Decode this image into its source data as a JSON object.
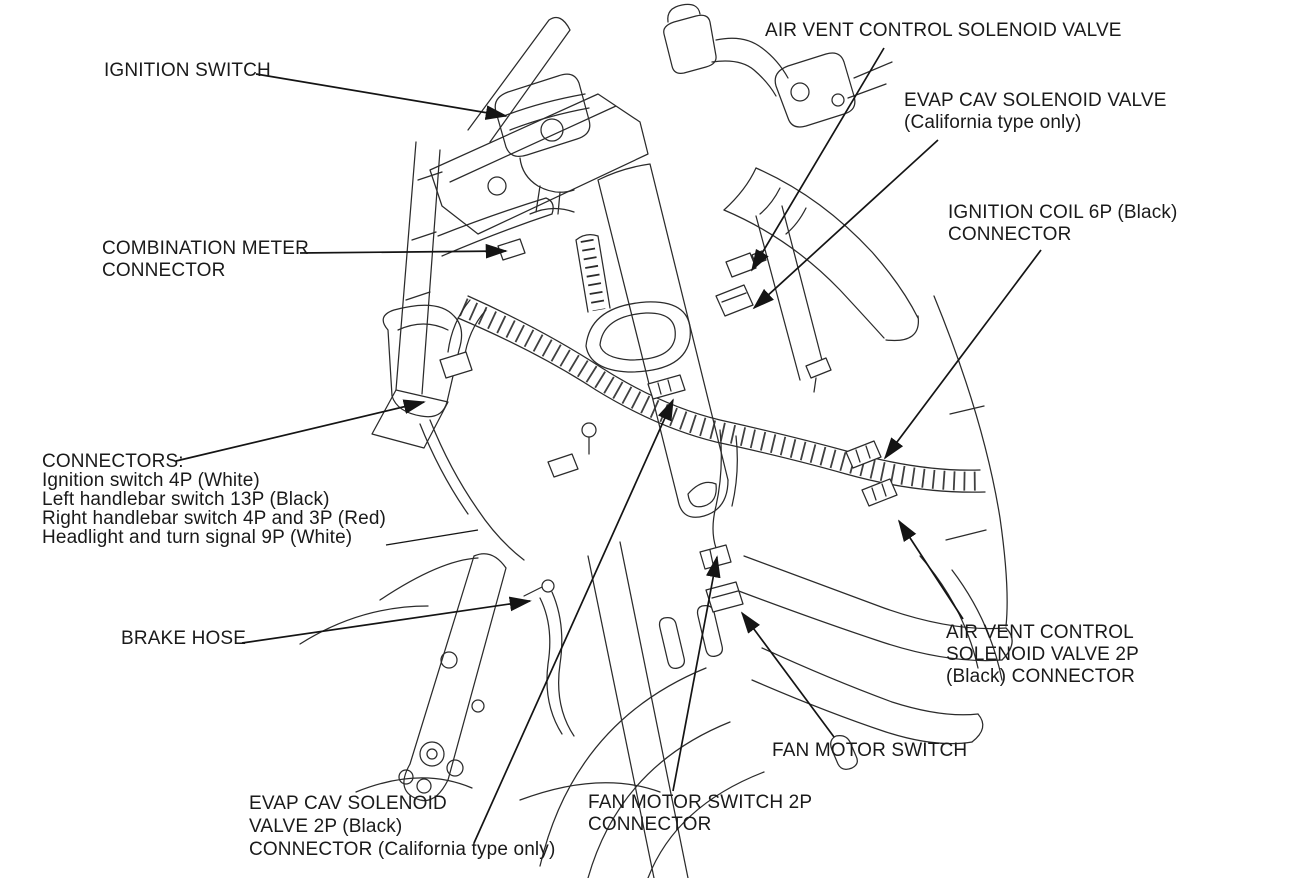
{
  "figure": {
    "type": "wiring-harness-routing-diagram",
    "subject": "Motorcycle front wiring harness, cable and connector locations (line-art service manual figure)",
    "ink_color": "#1c1c1c",
    "background_color": "#ffffff"
  },
  "callouts": {
    "ignition_switch": {
      "lines": [
        "IGNITION SWITCH"
      ]
    },
    "air_vent_control_solenoid_valve": {
      "lines": [
        "AIR VENT CONTROL SOLENOID VALVE"
      ]
    },
    "evap_cav_solenoid_valve": {
      "lines": [
        "EVAP CAV SOLENOID VALVE",
        "(California type only)"
      ]
    },
    "ignition_coil_connector": {
      "lines": [
        "IGNITION COIL 6P (Black)",
        "CONNECTOR"
      ]
    },
    "combination_meter_connector": {
      "lines": [
        "COMBINATION METER",
        "CONNECTOR"
      ]
    },
    "connectors_list": {
      "lines": [
        "CONNECTORS:",
        "Ignition switch 4P (White)",
        "Left handlebar switch 13P (Black)",
        "Right handlebar switch 4P and 3P (Red)",
        "Headlight and turn signal 9P (White)"
      ]
    },
    "brake_hose": {
      "lines": [
        "BRAKE HOSE"
      ]
    },
    "air_vent_solenoid_2p_connector": {
      "lines": [
        "AIR VENT CONTROL",
        "SOLENOID VALVE 2P",
        "(Black) CONNECTOR"
      ]
    },
    "fan_motor_switch": {
      "lines": [
        "FAN MOTOR SWITCH"
      ]
    },
    "fan_motor_switch_2p_connector": {
      "lines": [
        "FAN MOTOR SWITCH 2P",
        "CONNECTOR"
      ]
    },
    "evap_cav_2p_connector": {
      "lines": [
        "EVAP CAV SOLENOID",
        "VALVE 2P (Black)",
        "CONNECTOR (California type only)"
      ]
    }
  }
}
